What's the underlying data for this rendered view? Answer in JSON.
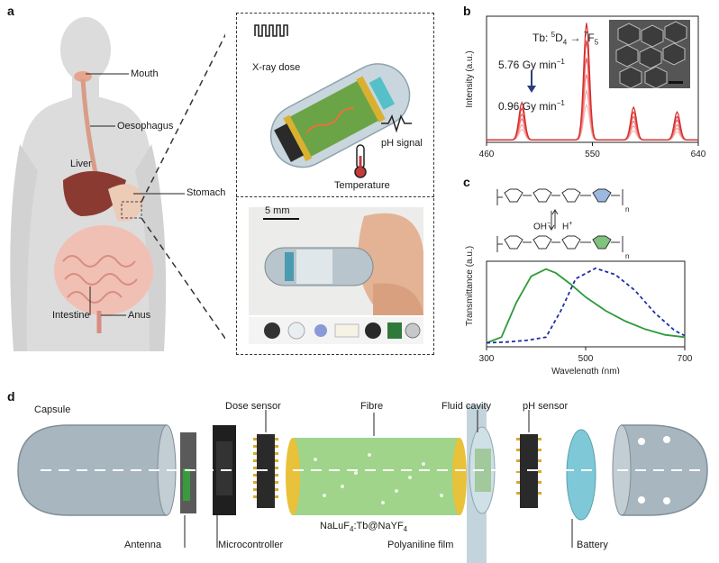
{
  "panels": {
    "a": {
      "letter": "a",
      "labels": {
        "mouth": "Mouth",
        "oesophagus": "Oesophagus",
        "liver": "Liver",
        "stomach": "Stomach",
        "intestine": "Intestine",
        "anus": "Anus",
        "xray": "X-ray dose",
        "ph_signal": "pH signal",
        "temperature": "Temperature",
        "scale_bar": "5 mm"
      }
    },
    "b": {
      "letter": "b",
      "transition_prefix": "Tb: ",
      "transition_from": "5",
      "transition_from_level": "D",
      "transition_from_sub": "4",
      "transition_to": "7",
      "transition_to_level": "F",
      "transition_to_sub": "5",
      "dose_high": "5.76 Gy min",
      "dose_low": "0.96 Gy min",
      "dose_exp": "−1"
    },
    "c": {
      "letter": "c",
      "oh_label": "OH",
      "oh_exp": "−",
      "h_label": "H",
      "h_exp": "+",
      "n_sub": "n"
    },
    "d": {
      "letter": "d",
      "labels": {
        "capsule": "Capsule",
        "dose_sensor": "Dose sensor",
        "fibre": "Fibre",
        "fluid_cavity": "Fluid cavity",
        "ph_sensor": "pH sensor",
        "antenna": "Antenna",
        "microcontroller": "Microcontroller",
        "nanoparticle_base": "NaLuF",
        "nanoparticle_sub1": "4",
        "nanoparticle_mid": ":Tb@NaYF",
        "nanoparticle_sub2": "4",
        "polyaniline": "Polyaniline film",
        "battery": "Battery"
      }
    }
  },
  "chart_data": [
    {
      "type": "line",
      "panel": "b",
      "xlabel": "",
      "ylabel": "Intensity (a.u.)",
      "xlim": [
        460,
        640
      ],
      "x_ticks": [
        "460",
        "550",
        "640"
      ],
      "peaks_nm": [
        490,
        545,
        585,
        622
      ],
      "series": [
        {
          "color": "#d62a2a",
          "peak_heights": [
            0.32,
            1.0,
            0.28,
            0.24
          ]
        },
        {
          "color": "#e04545",
          "peak_heights": [
            0.27,
            0.85,
            0.24,
            0.2
          ]
        },
        {
          "color": "#e86060",
          "peak_heights": [
            0.22,
            0.7,
            0.2,
            0.17
          ]
        },
        {
          "color": "#ee7d7d",
          "peak_heights": [
            0.18,
            0.56,
            0.16,
            0.13
          ]
        },
        {
          "color": "#f29b9b",
          "peak_heights": [
            0.13,
            0.42,
            0.12,
            0.1
          ]
        },
        {
          "color": "#f6b8b8",
          "peak_heights": [
            0.09,
            0.3,
            0.08,
            0.07
          ]
        }
      ]
    },
    {
      "type": "line",
      "panel": "c",
      "xlabel": "Wavelength (nm)",
      "ylabel": "Transmittance (a.u.)",
      "xlim": [
        300,
        700
      ],
      "x_ticks": [
        "300",
        "500",
        "700"
      ],
      "series": [
        {
          "style": "solid",
          "color": "#2e9a3a",
          "x": [
            300,
            330,
            360,
            390,
            420,
            440,
            470,
            500,
            540,
            580,
            620,
            660,
            700
          ],
          "y": [
            0.05,
            0.12,
            0.55,
            0.88,
            0.97,
            0.92,
            0.78,
            0.62,
            0.45,
            0.32,
            0.22,
            0.15,
            0.12
          ]
        },
        {
          "style": "dashed",
          "color": "#1f2fa8",
          "x": [
            300,
            340,
            380,
            420,
            450,
            480,
            520,
            560,
            600,
            640,
            680,
            700
          ],
          "y": [
            0.05,
            0.06,
            0.08,
            0.12,
            0.45,
            0.85,
            0.98,
            0.9,
            0.7,
            0.42,
            0.2,
            0.14
          ]
        }
      ]
    }
  ]
}
